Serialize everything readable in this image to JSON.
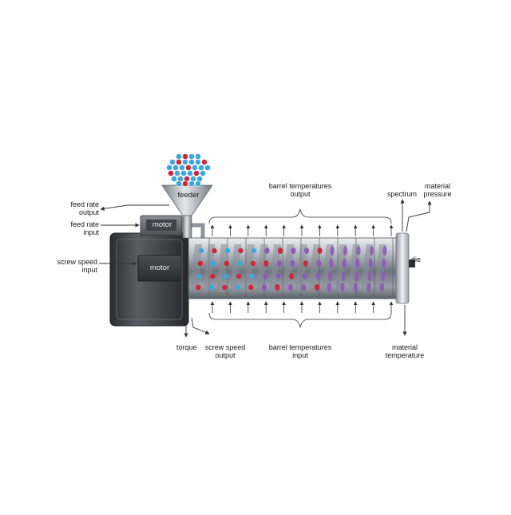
{
  "labels": {
    "feeder": "feeder",
    "motor_small": "motor",
    "motor_main": "motor",
    "die": "die",
    "feed_rate_output": [
      "feed rate",
      "output"
    ],
    "feed_rate_input": [
      "feed rate",
      "input"
    ],
    "screw_speed_input": [
      "screw speed",
      "input"
    ],
    "torque": "torque",
    "screw_speed_output": [
      "screw speed",
      "output"
    ],
    "barrel_temperatures_output": [
      "barrel temperatures",
      "output"
    ],
    "barrel_temperatures_input": [
      "barrel temperatures",
      "input"
    ],
    "spectrum": "spectrum",
    "material_pressure": [
      "material",
      "pressure"
    ],
    "material_temperature": [
      "material",
      "temperature"
    ]
  },
  "colors": {
    "pellet_blue": "#3aa8e0",
    "pellet_red": "#d0283a",
    "pellet_purple": "#8e5bb8",
    "metal_dark": "#3a3d42",
    "metal_light": "#cfd3d8",
    "arrow": "#333333"
  }
}
